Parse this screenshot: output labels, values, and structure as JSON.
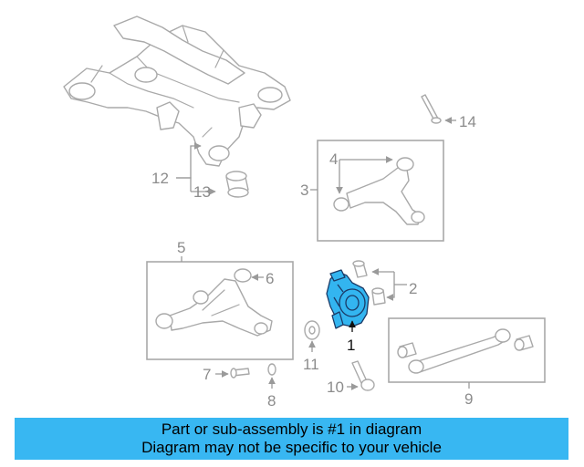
{
  "callouts": {
    "c1": "1",
    "c2": "2",
    "c3": "3",
    "c4": "4",
    "c5": "5",
    "c6": "6",
    "c7": "7",
    "c8": "8",
    "c9": "9",
    "c10": "10",
    "c11": "11",
    "c12": "12",
    "c13": "13",
    "c14": "14"
  },
  "highlighted_part": "1",
  "colors": {
    "highlight": "#33b5f0",
    "banner": "#38b7f2",
    "line_art": "#a9a9a9"
  },
  "banner": {
    "line1": "Part or sub-assembly is #1 in diagram",
    "line2": "Diagram may not be specific to your vehicle"
  }
}
